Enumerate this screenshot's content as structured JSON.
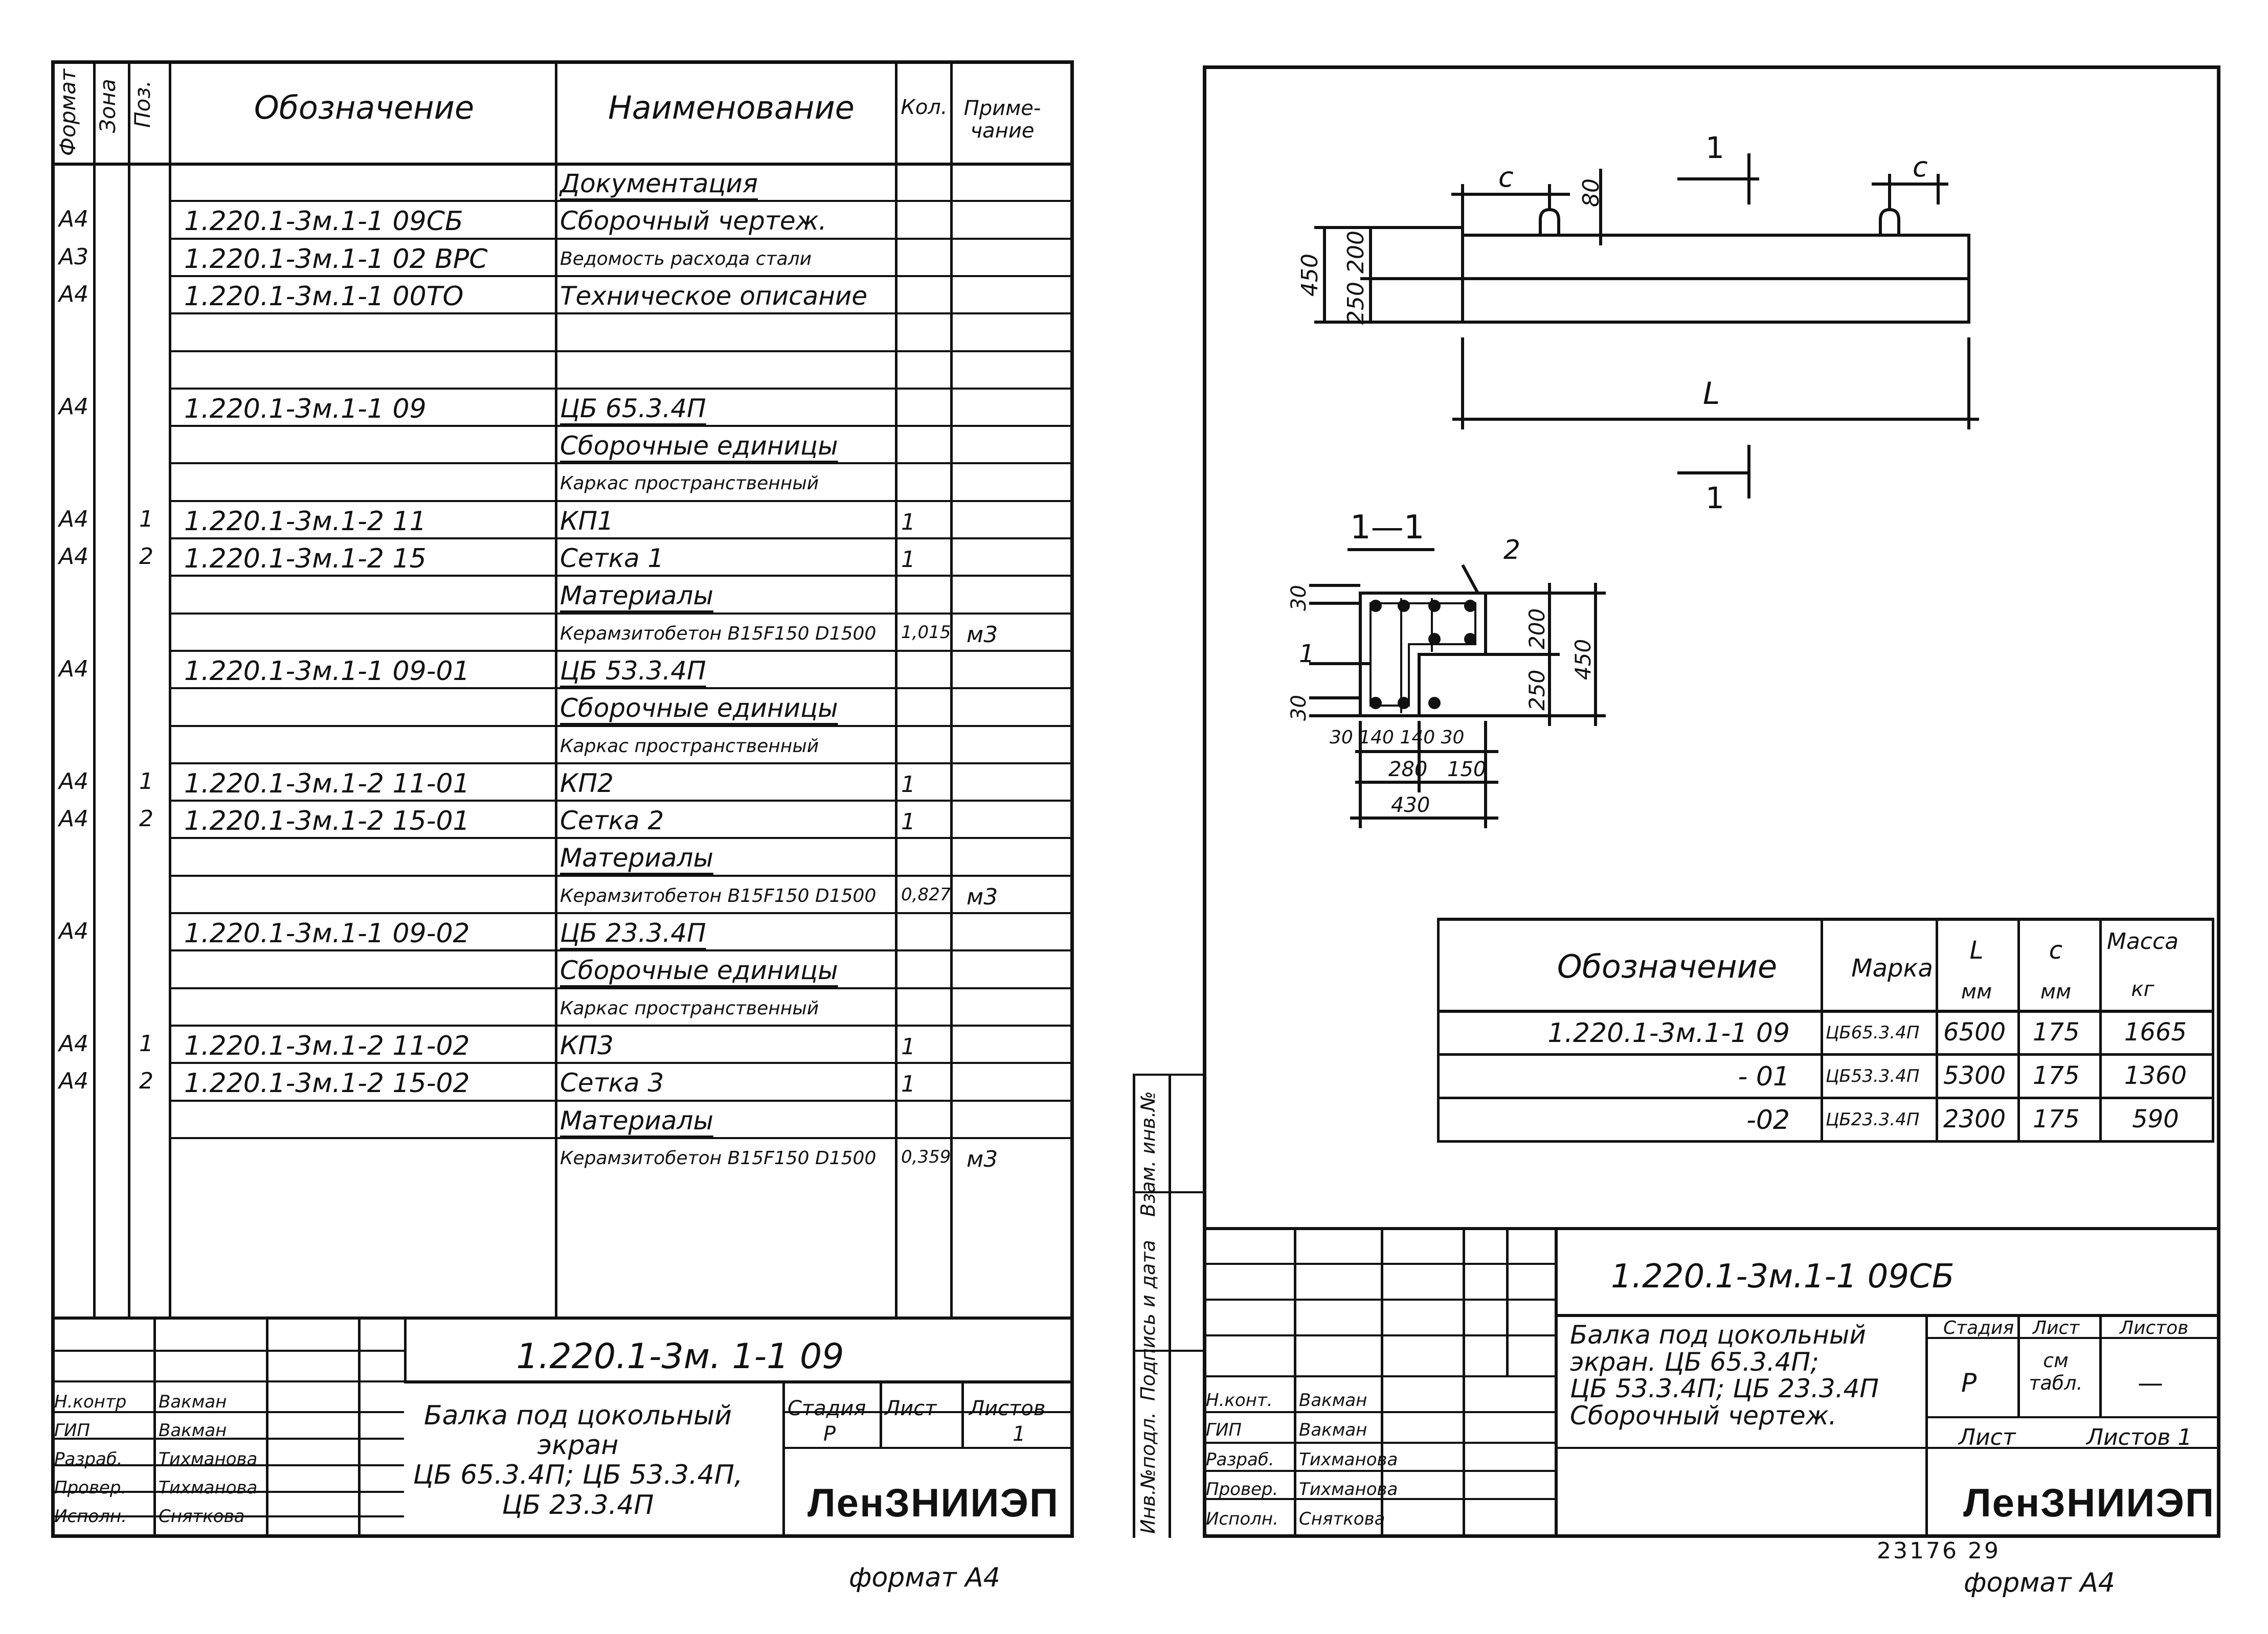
{
  "left_sheet": {
    "headers": {
      "format": "Формат",
      "zone": "Зона",
      "pos": "Поз.",
      "designation": "Обозначение",
      "name": "Наименование",
      "qty": "Кол.",
      "note": "Приме-\nчание"
    },
    "rows": [
      {
        "format": "",
        "zone": "",
        "pos": "",
        "designation": "",
        "name": "Документация",
        "qty": "",
        "note": "",
        "underline": true
      },
      {
        "format": "А4",
        "zone": "",
        "pos": "",
        "designation": "1.220.1-3м.1-1 09СБ",
        "name": "Сборочный чертеж.",
        "qty": "",
        "note": ""
      },
      {
        "format": "А3",
        "zone": "",
        "pos": "",
        "designation": "1.220.1-3м.1-1 02 ВРС",
        "name": "Ведомость расхода стали",
        "qty": "",
        "note": ""
      },
      {
        "format": "А4",
        "zone": "",
        "pos": "",
        "designation": "1.220.1-3м.1-1 00ТО",
        "name": "Техническое описание",
        "qty": "",
        "note": ""
      },
      {
        "format": "",
        "zone": "",
        "pos": "",
        "designation": "",
        "name": "",
        "qty": "",
        "note": ""
      },
      {
        "format": "",
        "zone": "",
        "pos": "",
        "designation": "",
        "name": "",
        "qty": "",
        "note": ""
      },
      {
        "format": "А4",
        "zone": "",
        "pos": "",
        "designation": "1.220.1-3м.1-1 09",
        "name": "ЦБ 65.3.4П",
        "qty": "",
        "note": "",
        "underline": true
      },
      {
        "format": "",
        "zone": "",
        "pos": "",
        "designation": "",
        "name": "Сборочные единицы",
        "qty": "",
        "note": "",
        "underline": true
      },
      {
        "format": "",
        "zone": "",
        "pos": "",
        "designation": "",
        "name": "Каркас пространственный",
        "qty": "",
        "note": ""
      },
      {
        "format": "А4",
        "zone": "",
        "pos": "1",
        "designation": "1.220.1-3м.1-2 11",
        "name": "КП1",
        "qty": "1",
        "note": ""
      },
      {
        "format": "А4",
        "zone": "",
        "pos": "2",
        "designation": "1.220.1-3м.1-2 15",
        "name": "Сетка 1",
        "qty": "1",
        "note": ""
      },
      {
        "format": "",
        "zone": "",
        "pos": "",
        "designation": "",
        "name": "Материалы",
        "qty": "",
        "note": "",
        "underline": true
      },
      {
        "format": "",
        "zone": "",
        "pos": "",
        "designation": "",
        "name": "Керамзитобетон В15F150 D1500",
        "qty": "1,015",
        "note": "м3"
      },
      {
        "format": "А4",
        "zone": "",
        "pos": "",
        "designation": "1.220.1-3м.1-1 09-01",
        "name": "ЦБ 53.3.4П",
        "qty": "",
        "note": "",
        "underline": true
      },
      {
        "format": "",
        "zone": "",
        "pos": "",
        "designation": "",
        "name": "Сборочные единицы",
        "qty": "",
        "note": "",
        "underline": true
      },
      {
        "format": "",
        "zone": "",
        "pos": "",
        "designation": "",
        "name": "Каркас пространственный",
        "qty": "",
        "note": ""
      },
      {
        "format": "А4",
        "zone": "",
        "pos": "1",
        "designation": "1.220.1-3м.1-2 11-01",
        "name": "КП2",
        "qty": "1",
        "note": ""
      },
      {
        "format": "А4",
        "zone": "",
        "pos": "2",
        "designation": "1.220.1-3м.1-2 15-01",
        "name": "Сетка 2",
        "qty": "1",
        "note": ""
      },
      {
        "format": "",
        "zone": "",
        "pos": "",
        "designation": "",
        "name": "Материалы",
        "qty": "",
        "note": "",
        "underline": true
      },
      {
        "format": "",
        "zone": "",
        "pos": "",
        "designation": "",
        "name": "Керамзитобетон В15F150 D1500",
        "qty": "0,827",
        "note": "м3"
      },
      {
        "format": "А4",
        "zone": "",
        "pos": "",
        "designation": "1.220.1-3м.1-1 09-02",
        "name": "ЦБ 23.3.4П",
        "qty": "",
        "note": "",
        "underline": true
      },
      {
        "format": "",
        "zone": "",
        "pos": "",
        "designation": "",
        "name": "Сборочные единицы",
        "qty": "",
        "note": "",
        "underline": true
      },
      {
        "format": "",
        "zone": "",
        "pos": "",
        "designation": "",
        "name": "Каркас пространственный",
        "qty": "",
        "note": ""
      },
      {
        "format": "А4",
        "zone": "",
        "pos": "1",
        "designation": "1.220.1-3м.1-2 11-02",
        "name": "КП3",
        "qty": "1",
        "note": ""
      },
      {
        "format": "А4",
        "zone": "",
        "pos": "2",
        "designation": "1.220.1-3м.1-2 15-02",
        "name": "Сетка 3",
        "qty": "1",
        "note": ""
      },
      {
        "format": "",
        "zone": "",
        "pos": "",
        "designation": "",
        "name": "Материалы",
        "qty": "",
        "note": "",
        "underline": true
      },
      {
        "format": "",
        "zone": "",
        "pos": "",
        "designation": "",
        "name": "Керамзитобетон В15F150 D1500",
        "qty": "0,359",
        "note": "м3"
      }
    ],
    "title_block": {
      "doc_code": "1.220.1-3м. 1-1 09",
      "title": "Балка под цокольный\nэкран\nЦБ 65.3.4П; ЦБ 53.3.4П,\nЦБ 23.3.4П",
      "stage_label": "Стадия",
      "sheet_label": "Лист",
      "sheets_label": "Листов",
      "stage": "Р",
      "sheets": "1",
      "org": "ЛенЗНИИЭП",
      "roles": [
        "Н.контр",
        "ГИП",
        "Разраб.",
        "Провер.",
        "Исполн."
      ],
      "names": [
        "Вакман",
        "Вакман",
        "Тихманова",
        "Тихманова",
        "Сняткова"
      ]
    },
    "format_note": "формат А4"
  },
  "right_sheet": {
    "beam_view": {
      "dim_c": "c",
      "dim_80": "80",
      "dim_450": "450",
      "dim_200": "200",
      "dim_250": "250",
      "dim_L": "L",
      "section_mark": "1"
    },
    "section": {
      "title": "1—1",
      "leader": "2",
      "left_1": "1",
      "d30_top": "30",
      "d30_bot": "30",
      "d200": "200",
      "d250": "250",
      "d450": "450",
      "bottom_dims": "30 140 140 30",
      "d280": "280",
      "d150": "150",
      "d430": "430"
    },
    "table": {
      "h_designation": "Обозначение",
      "h_mark": "Марка",
      "h_L": "L",
      "h_L_unit": "мм",
      "h_c": "c",
      "h_c_unit": "мм",
      "h_mass": "Масса",
      "h_mass_unit": "кг",
      "rows": [
        {
          "designation": "1.220.1-3м.1-1 09",
          "mark": "ЦБ65.3.4П",
          "L": "6500",
          "c": "175",
          "mass": "1665"
        },
        {
          "designation": "- 01",
          "mark": "ЦБ53.3.4П",
          "L": "5300",
          "c": "175",
          "mass": "1360"
        },
        {
          "designation": "-02",
          "mark": "ЦБ23.3.4П",
          "L": "2300",
          "c": "175",
          "mass": "590"
        }
      ]
    },
    "side_labels": [
      "Инв.№подл.",
      "Подпись и дата",
      "Взам. инв.№"
    ],
    "title_block": {
      "doc_code": "1.220.1-3м.1-1 09СБ",
      "title": "Балка под цокольный\nэкран. ЦБ 65.3.4П;\nЦБ 53.3.4П; ЦБ 23.3.4П\nСборочный чертеж.",
      "stage_label": "Стадия",
      "sheet_label": "Лист",
      "sheets_label": "Листов",
      "stage": "Р",
      "sheet_value": "см\nтабл.",
      "sheets_value": "—",
      "sheet_label2": "Лист",
      "sheets_label2": "Листов 1",
      "org": "ЛенЗНИИЭП",
      "roles": [
        "Н.конт.",
        "ГИП",
        "Разраб.",
        "Провер.",
        "Исполн."
      ],
      "names": [
        "Вакман",
        "Вакман",
        "Тихманова",
        "Тихманова",
        "Сняткова"
      ]
    },
    "stamp_number": "23176 29",
    "format_note": "формат А4"
  }
}
